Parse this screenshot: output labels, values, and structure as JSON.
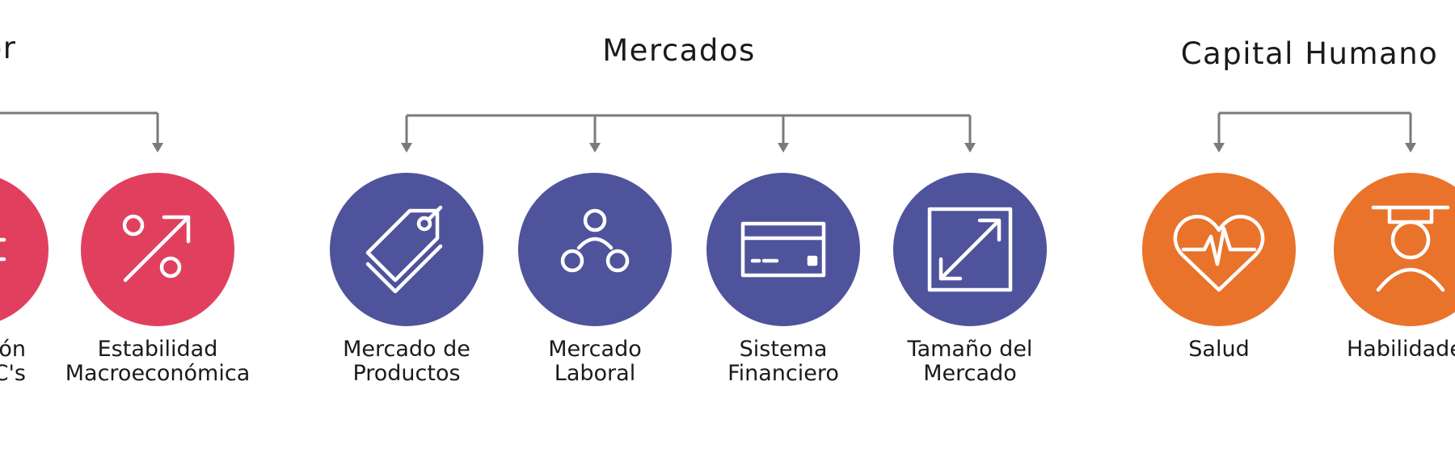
{
  "colors": {
    "connector": "#7a7a7a",
    "red": "#e0405e",
    "purple": "#4f539c",
    "orange": "#e9732a",
    "icon": "#ffffff"
  },
  "groups": [
    {
      "id": "partial-left",
      "title": "or",
      "pillars": [
        {
          "id": "partial-left-pillar",
          "label_lines": [
            "ón",
            "C's"
          ],
          "icon": "equals-icon",
          "color": "red"
        },
        {
          "id": "estabilidad",
          "label_lines": [
            "Estabilidad",
            "Macroeconómica"
          ],
          "icon": "percent-trend-icon",
          "color": "red"
        }
      ]
    },
    {
      "id": "mercados",
      "title": "Mercados",
      "pillars": [
        {
          "id": "mercado-productos",
          "label_lines": [
            "Mercado de",
            "Productos"
          ],
          "icon": "price-tag-icon",
          "color": "purple"
        },
        {
          "id": "mercado-laboral",
          "label_lines": [
            "Mercado",
            "Laboral"
          ],
          "icon": "people-network-icon",
          "color": "purple"
        },
        {
          "id": "sistema-financiero",
          "label_lines": [
            "Sistema",
            "Financiero"
          ],
          "icon": "credit-card-icon",
          "color": "purple"
        },
        {
          "id": "tamano-mercado",
          "label_lines": [
            "Tamaño del",
            "Mercado"
          ],
          "icon": "expand-arrows-icon",
          "color": "purple"
        }
      ]
    },
    {
      "id": "capital-humano",
      "title": "Capital Humano",
      "pillars": [
        {
          "id": "salud",
          "label_lines": [
            "Salud"
          ],
          "icon": "heart-pulse-icon",
          "color": "orange"
        },
        {
          "id": "habilidades",
          "label_lines": [
            "Habilidades"
          ],
          "icon": "graduate-icon",
          "color": "orange"
        }
      ]
    }
  ]
}
